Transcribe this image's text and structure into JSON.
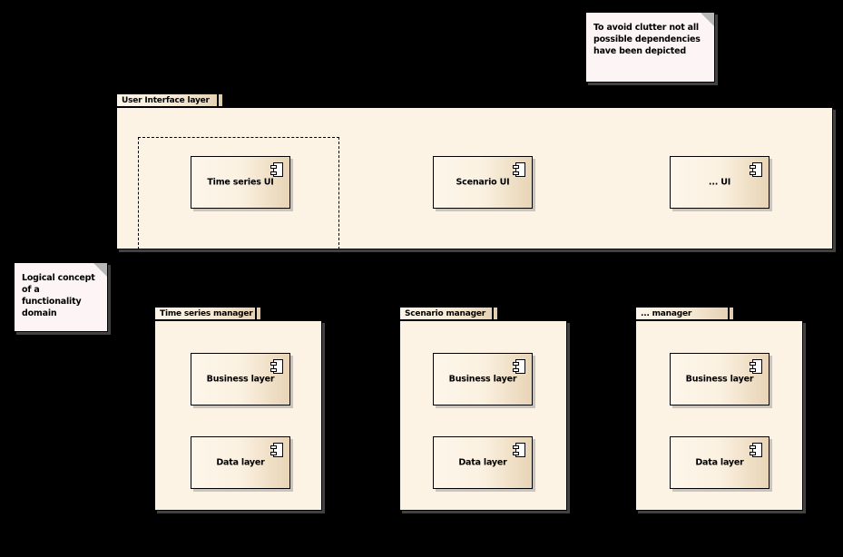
{
  "diagram": {
    "type": "uml-component-diagram",
    "background_color": "#000000",
    "package_fill": "#FCF3E4",
    "component_fill_light": "#FDF6EA",
    "component_fill_dark": "#E8D4B6",
    "note_fill": "#FDF5F5",
    "stroke_color": "#000000"
  },
  "notes": [
    {
      "name": "clutter-note",
      "text": "To avoid clutter not all possible dependencies have been depicted"
    },
    {
      "name": "domain-note",
      "text": "Logical concept of a functionality domain"
    }
  ],
  "ui_layer": {
    "title": "User Interface layer",
    "components": [
      {
        "label": "Time series  UI",
        "icon": "uml-component-icon"
      },
      {
        "label": "Scenario UI",
        "icon": "uml-component-icon"
      },
      {
        "label": "...  UI",
        "icon": "uml-component-icon"
      }
    ]
  },
  "managers": [
    {
      "title": "Time series manager",
      "components": [
        {
          "label": "Business layer",
          "icon": "uml-component-icon"
        },
        {
          "label": "Data layer",
          "icon": "uml-component-icon"
        }
      ]
    },
    {
      "title": "Scenario manager",
      "components": [
        {
          "label": "Business layer",
          "icon": "uml-component-icon"
        },
        {
          "label": "Data layer",
          "icon": "uml-component-icon"
        }
      ]
    },
    {
      "title": "...  manager",
      "components": [
        {
          "label": "Business layer",
          "icon": "uml-component-icon"
        },
        {
          "label": "Data layer",
          "icon": "uml-component-icon"
        }
      ]
    }
  ],
  "connectors": {
    "dependency_style": "dashed-open-arrow",
    "realization_style": "solid-open-arrow"
  }
}
